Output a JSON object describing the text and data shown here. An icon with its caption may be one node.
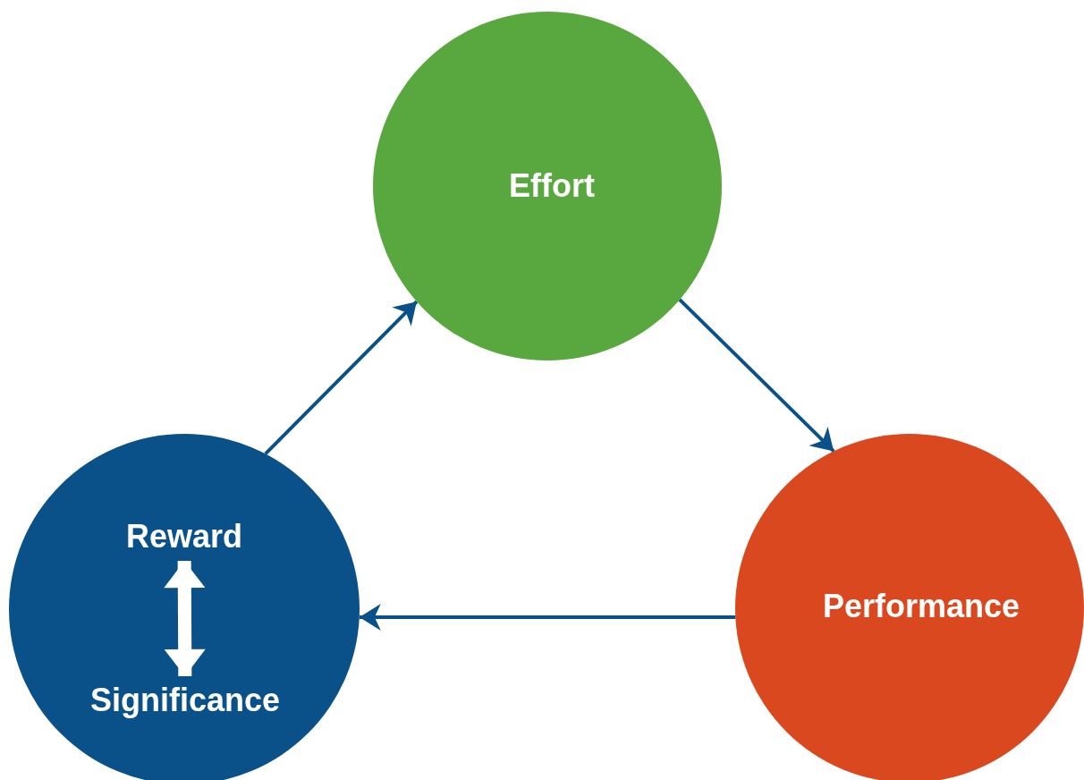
{
  "diagram": {
    "nodes": [
      {
        "text": [
          "Effort"
        ]
      },
      {
        "text": [
          "Performance"
        ]
      },
      {
        "text": [],
        "shape": "circle"
      },
      {
        "text": [
          "Reward"
        ],
        "in": 2
      },
      {
        "text": [
          "Significance"
        ],
        "in": 2
      }
    ],
    "edges": [
      {
        "from": 0,
        "to": 1,
        "arrow": "to"
      },
      {
        "from": 1,
        "to": 2,
        "arrow": "to"
      },
      {
        "from": 2,
        "to": 0,
        "arrow": "to"
      },
      {
        "from": 3,
        "to": 4,
        "arrow": "both",
        "style": "thick",
        "color": "#ffffff"
      }
    ]
  }
}
